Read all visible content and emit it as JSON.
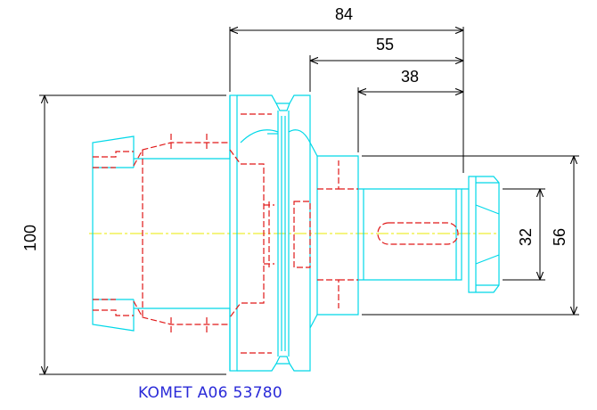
{
  "title": "KOMET A06 53780",
  "dimensions": {
    "overall_length": "84",
    "length_2": "55",
    "length_3": "38",
    "diameter_overall": "100",
    "diameter_shank": "56",
    "diameter_bore": "32"
  },
  "colors": {
    "outline": "#00d8e8",
    "hidden": "#e01818",
    "centerline": "#e8e800",
    "dimension": "#000000",
    "caption": "#2a2ad8",
    "background": "#ffffff"
  }
}
